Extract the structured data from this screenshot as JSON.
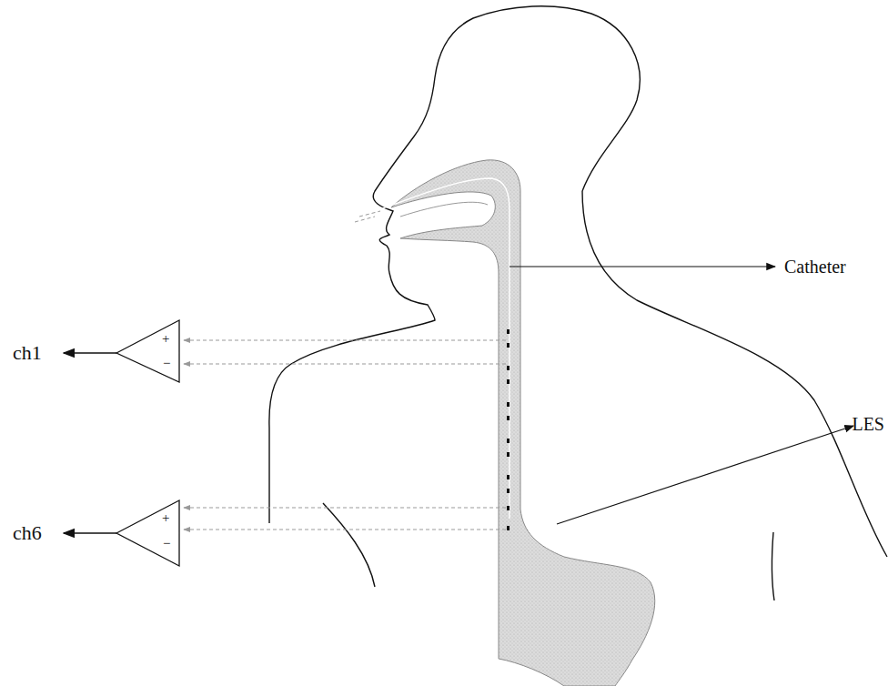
{
  "diagram": {
    "labels": [
      "Catheter",
      "LES",
      "ch1",
      "+",
      "−",
      "ch6",
      "+",
      "−"
    ]
  }
}
